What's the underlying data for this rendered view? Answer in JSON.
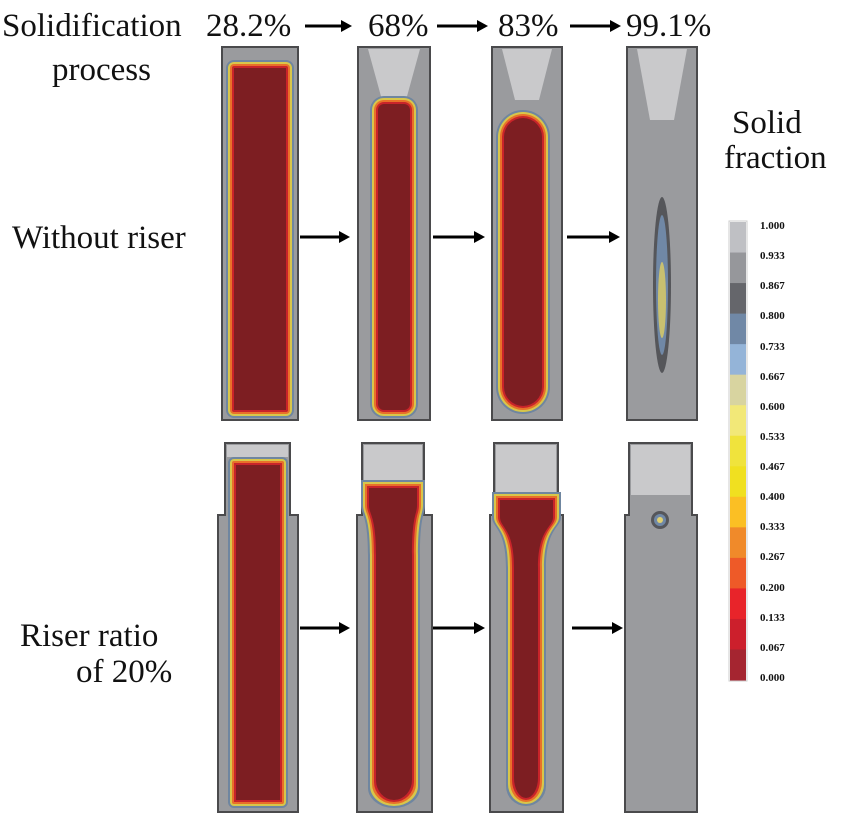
{
  "header": {
    "label_line1": "Solidification",
    "label_line2": "process",
    "stages": [
      "28.2%",
      "68%",
      "83%",
      "99.1%"
    ]
  },
  "rows": [
    {
      "label_lines": [
        "Without riser"
      ]
    },
    {
      "label_lines": [
        "Riser ratio",
        "of 20%"
      ]
    }
  ],
  "legend": {
    "title_line1": "Solid",
    "title_line2": "fraction",
    "ticks": [
      "1.000",
      "0.933",
      "0.867",
      "0.800",
      "0.733",
      "0.667",
      "0.600",
      "0.533",
      "0.467",
      "0.400",
      "0.333",
      "0.267",
      "0.200",
      "0.133",
      "0.067",
      "0.000"
    ],
    "colors": [
      "#bfc0c4",
      "#96979b",
      "#65666b",
      "#7088a6",
      "#94b4d8",
      "#d8d4a0",
      "#f2e878",
      "#f0e33c",
      "#f0e020",
      "#fbbf24",
      "#f08a2a",
      "#ee5a28",
      "#e8242a",
      "#cc1f2c",
      "#a52530"
    ]
  },
  "colors": {
    "solid": "#9a9b9e",
    "liquid": "#7d1e22",
    "outline": "#4a4a4c",
    "riser_solid": "#c9c9cb"
  }
}
